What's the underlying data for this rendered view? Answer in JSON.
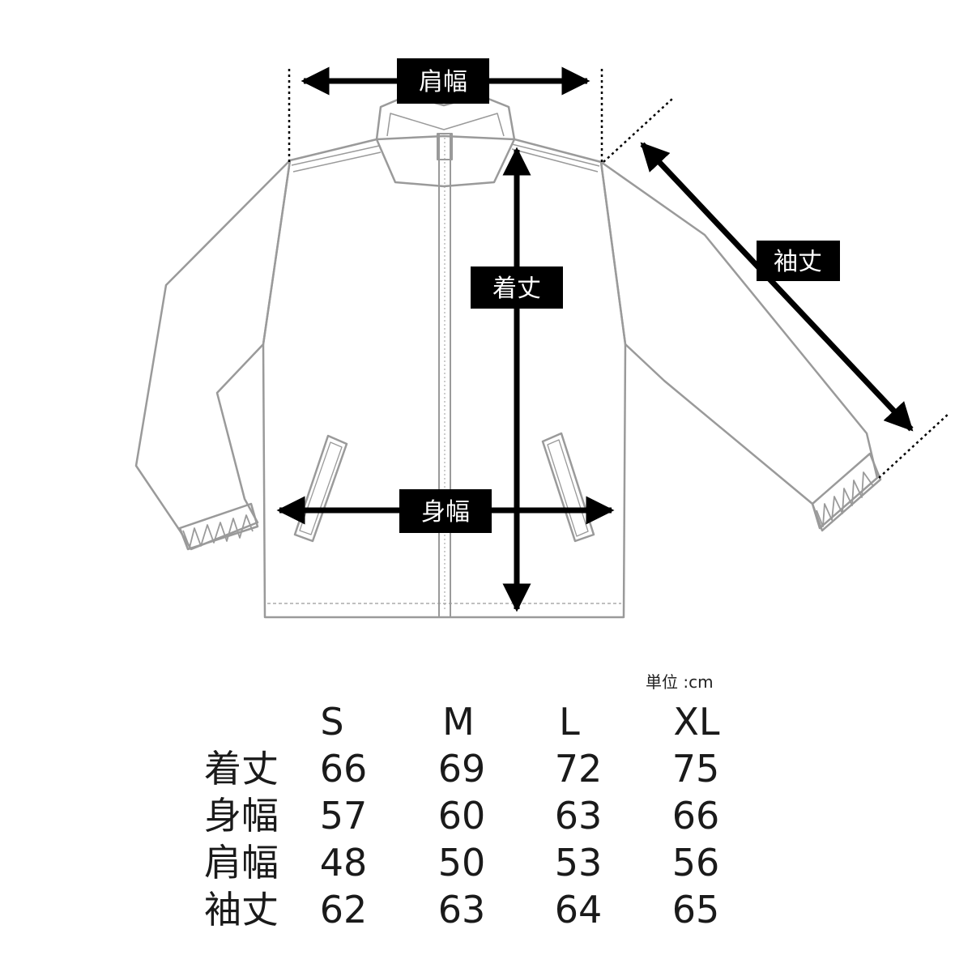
{
  "labels": {
    "shoulder_width": "肩幅",
    "body_length": "着丈",
    "sleeve_length": "袖丈",
    "body_width": "身幅"
  },
  "unit": "単位 :cm",
  "table": {
    "sizes": [
      "S",
      "M",
      "L",
      "XL"
    ],
    "rows": [
      {
        "label": "着丈",
        "values": [
          "66",
          "69",
          "72",
          "75"
        ]
      },
      {
        "label": "身幅",
        "values": [
          "57",
          "60",
          "63",
          "66"
        ]
      },
      {
        "label": "肩幅",
        "values": [
          "48",
          "50",
          "53",
          "56"
        ]
      },
      {
        "label": "袖丈",
        "values": [
          "62",
          "63",
          "64",
          "65"
        ]
      }
    ]
  },
  "colors": {
    "outline": "#9a9a9a",
    "arrow": "#000000",
    "label_bg": "#000000",
    "label_text": "#ffffff"
  }
}
